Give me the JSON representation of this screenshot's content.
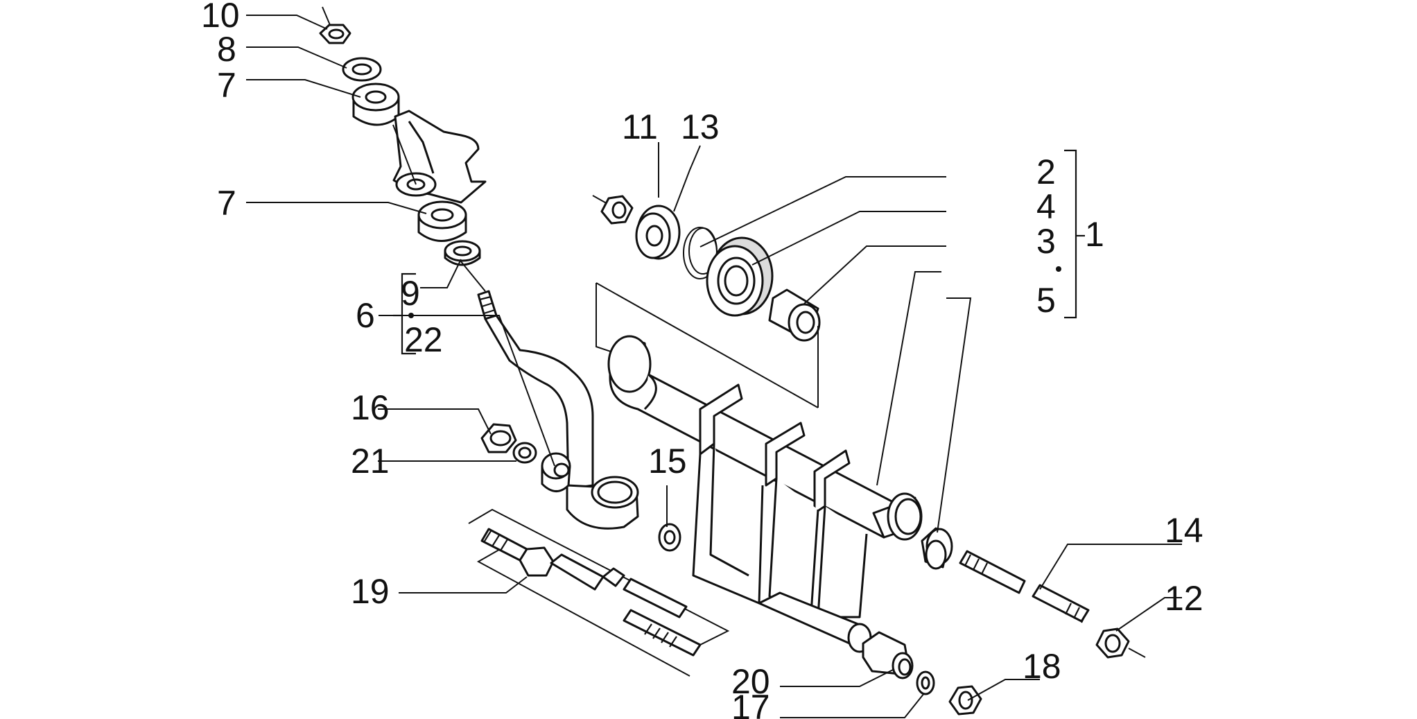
{
  "diagram": {
    "callouts": {
      "c1": "1",
      "c2": "2",
      "c3": "3",
      "c4": "4",
      "c5": "5",
      "c6": "6",
      "c7a": "7",
      "c7b": "7",
      "c8": "8",
      "c9": "9",
      "c10": "10",
      "c11": "11",
      "c12": "12",
      "c13": "13",
      "c14": "14",
      "c15": "15",
      "c16": "16",
      "c17": "17",
      "c18": "18",
      "c19": "19",
      "c20": "20",
      "c21": "21",
      "c22": "22"
    }
  }
}
